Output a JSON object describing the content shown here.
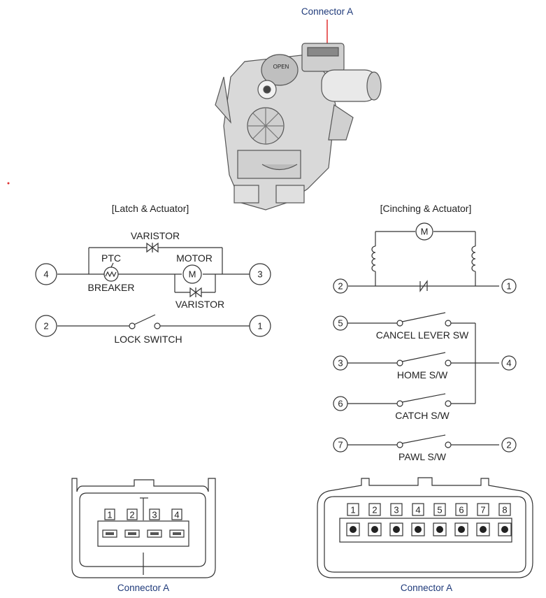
{
  "top": {
    "connector_label": "Connector A"
  },
  "latch": {
    "title": "[Latch & Actuator]",
    "varistor_top": "VARISTOR",
    "ptc": "PTC",
    "breaker": "BREAKER",
    "motor": "MOTOR",
    "varistor_bottom": "VARISTOR",
    "lock_switch": "LOCK SWITCH",
    "motor_symbol": "M",
    "pins": {
      "left_top": "4",
      "right_top": "3",
      "left_bottom": "2",
      "right_bottom": "1"
    }
  },
  "cinching": {
    "title": "[Cinching & Actuator]",
    "motor_symbol": "M",
    "pins": {
      "p2_left": "2",
      "p1_right": "1",
      "p5": "5",
      "p3": "3",
      "p4": "4",
      "p6": "6",
      "p7": "7",
      "p2_right": "2"
    },
    "switches": {
      "cancel": "CANCEL LEVER SW",
      "home": "HOME S/W",
      "catch": "CATCH S/W",
      "pawl": "PAWL S/W"
    }
  },
  "connector_left": {
    "pins": [
      "1",
      "2",
      "3",
      "4"
    ],
    "label": "Connector A"
  },
  "connector_right": {
    "pins": [
      "1",
      "2",
      "3",
      "4",
      "5",
      "6",
      "7",
      "8"
    ],
    "label": "Connector A"
  },
  "colors": {
    "caption": "#1f3a7a",
    "arrow": "#e03030",
    "line": "#333333"
  }
}
